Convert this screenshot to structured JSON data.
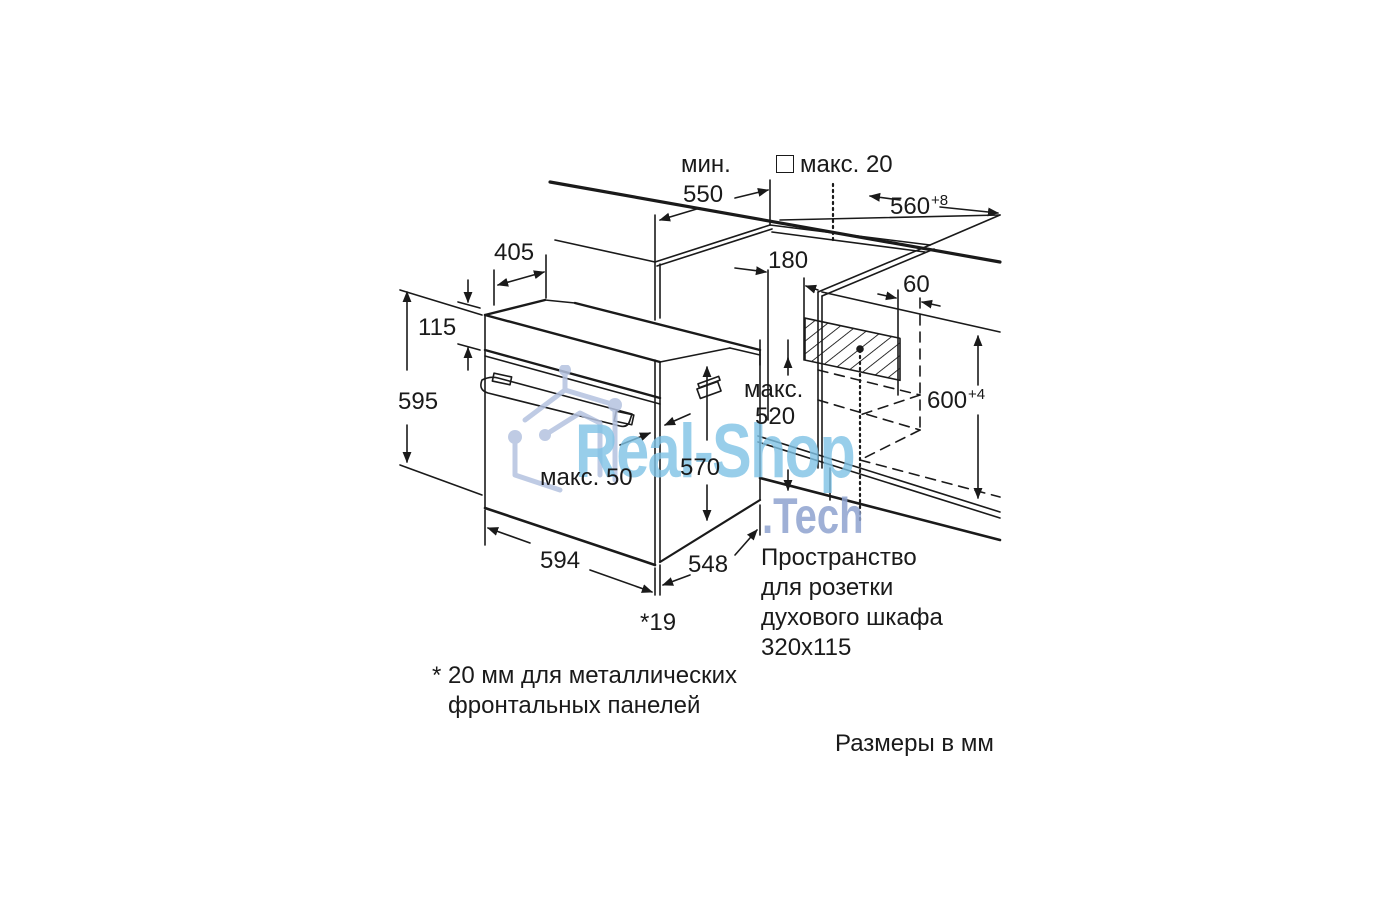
{
  "diagram": {
    "title": "Oven built-in installation dimensions",
    "dimensions": {
      "min_label": "мин.",
      "min_550": "550",
      "max_20": "макс. 20",
      "depth_560": "560",
      "depth_560_tol": "+8",
      "d_405": "405",
      "d_180": "180",
      "d_60": "60",
      "h_115": "115",
      "h_595": "595",
      "h_600": "600",
      "h_600_tol": "+4",
      "max_520_a": "макс.",
      "max_520_b": "520",
      "max_50": "макс. 50",
      "h_570": "570",
      "w_594": "594",
      "d_548": "548",
      "star_19": "*19"
    },
    "socket_note": {
      "line1": "Пространство",
      "line2": "для розетки",
      "line3": "духового шкафа",
      "line4": "320x115"
    },
    "footnote": {
      "line1": "* 20 мм для металлических",
      "line2": "фронтальных панелей"
    },
    "units": "Размеры в мм",
    "watermark": {
      "text_main": "Real-Shop",
      "text_sub": ".Tech",
      "color_main": "#7fc3e6",
      "color_sub": "#8fa3cf",
      "color_icon": "#b4c2e0"
    },
    "colors": {
      "line": "#1a1a1a",
      "background": "#ffffff"
    }
  }
}
